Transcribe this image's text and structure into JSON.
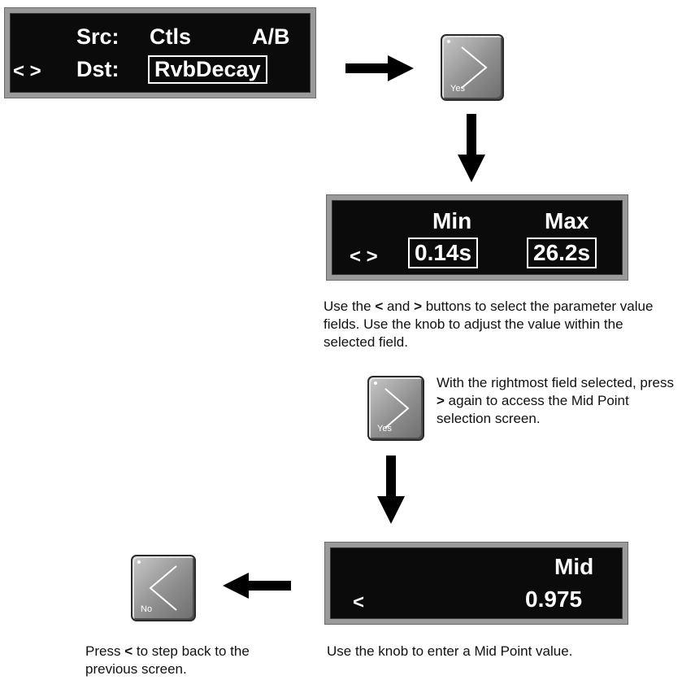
{
  "screen1": {
    "src_label": "Src:",
    "src_value": "Ctls",
    "ab": "A/B",
    "nav": "< >",
    "dst_label": "Dst:",
    "dst_value": "RvbDecay"
  },
  "screen2": {
    "min_label": "Min",
    "max_label": "Max",
    "nav": "< >",
    "min_value": "0.14s",
    "max_value": "26.2s"
  },
  "screen3": {
    "mid_label": "Mid",
    "nav": "<",
    "mid_value": "0.975"
  },
  "buttons": {
    "yes_label": "Yes",
    "no_label": "No"
  },
  "captions": {
    "select_pre": "Use the ",
    "select_lt": "<",
    "select_and": " and ",
    "select_gt": ">",
    "select_post": " buttons to select the parameter value fields. Use the knob to adjust the value within the selected field.",
    "rightmost_pre": "With the rightmost field selected, press ",
    "rightmost_gt": ">",
    "rightmost_post": " again to access the Mid Point selection screen.",
    "knob": "Use the knob to enter a Mid Point value.",
    "back_pre": "Press ",
    "back_lt": "<",
    "back_post": " to step back to the previous screen."
  }
}
